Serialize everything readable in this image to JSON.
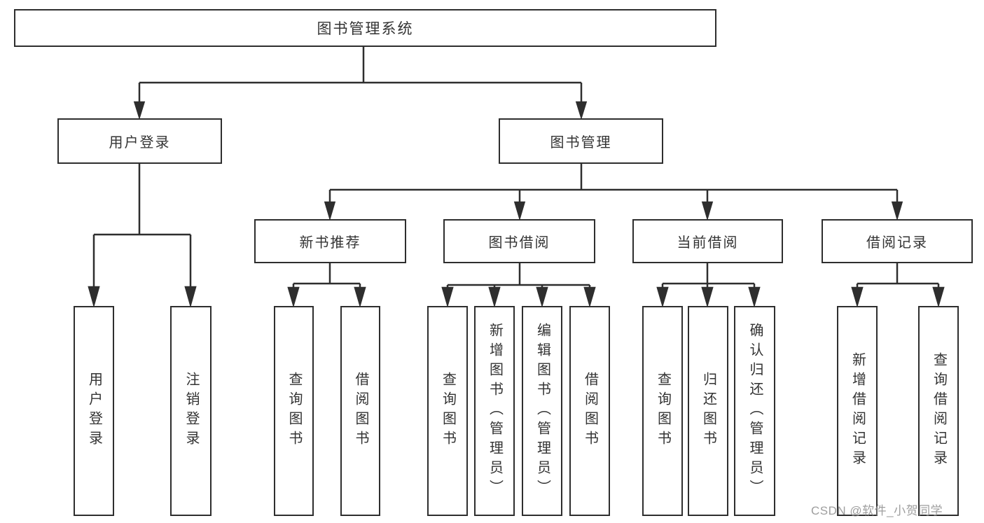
{
  "diagram": {
    "root": {
      "label": "图书管理系统"
    },
    "level2": [
      {
        "id": "user-login",
        "label": "用户登录"
      },
      {
        "id": "book-management",
        "label": "图书管理"
      }
    ],
    "level3": [
      {
        "id": "new-book-recommendation",
        "label": "新书推荐"
      },
      {
        "id": "book-borrowing",
        "label": "图书借阅"
      },
      {
        "id": "current-borrowing",
        "label": "当前借阅"
      },
      {
        "id": "borrowing-records",
        "label": "借阅记录"
      }
    ],
    "level4": {
      "user_login_children": [
        {
          "label": "用户登录"
        },
        {
          "label": "注销登录"
        }
      ],
      "new_book_children": [
        {
          "label": "查询图书"
        },
        {
          "label": "借阅图书"
        }
      ],
      "book_borrow_children": [
        {
          "label": "查询图书"
        },
        {
          "label": "新增图书（管理员）"
        },
        {
          "label": "编辑图书（管理员）"
        },
        {
          "label": "借阅图书"
        }
      ],
      "current_borrow_children": [
        {
          "label": "查询图书"
        },
        {
          "label": "归还图书"
        },
        {
          "label": "确认归还（管理员）"
        }
      ],
      "borrow_records_children": [
        {
          "label": "新增借阅记录"
        },
        {
          "label": "查询借阅记录"
        }
      ]
    }
  },
  "watermark": {
    "text": "CSDN @软件_小贺同学"
  },
  "colors": {
    "line": "#2e2e2e",
    "text": "#333333",
    "background": "#ffffff",
    "watermark": "#969696"
  }
}
